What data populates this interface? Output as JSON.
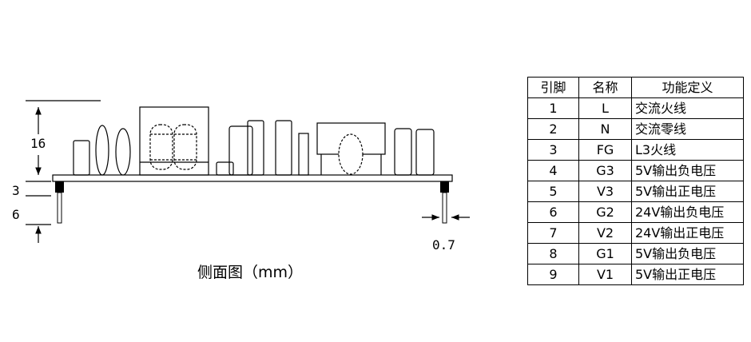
{
  "side_view": {
    "caption": "侧面图（mm）",
    "dim_height": "16",
    "dim_board": "3",
    "dim_pin_length": "6",
    "dim_pin_dia": "0.7"
  },
  "pin_table": {
    "headers": [
      "引脚",
      "名称",
      "功能定义"
    ],
    "rows": [
      {
        "pin": "1",
        "name": "L",
        "function": "交流火线"
      },
      {
        "pin": "2",
        "name": "N",
        "function": "交流零线"
      },
      {
        "pin": "3",
        "name": "FG",
        "function": "L3火线"
      },
      {
        "pin": "4",
        "name": "G3",
        "function": "5V输出负电压"
      },
      {
        "pin": "5",
        "name": "V3",
        "function": "5V输出正电压"
      },
      {
        "pin": "6",
        "name": "G2",
        "function": "24V输出负电压"
      },
      {
        "pin": "7",
        "name": "V2",
        "function": "24V输出正电压"
      },
      {
        "pin": "8",
        "name": "G1",
        "function": "5V输出负电压"
      },
      {
        "pin": "9",
        "name": "V1",
        "function": "5V输出正电压"
      }
    ]
  }
}
